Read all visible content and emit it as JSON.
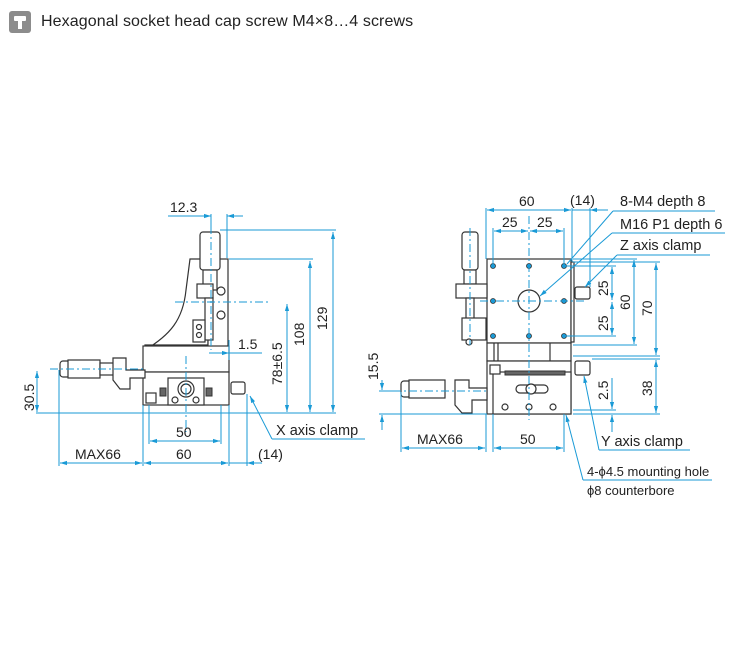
{
  "header": {
    "icon": "hex-socket-screw-icon",
    "title": "Hexagonal socket head cap screw M4×8…4 screws"
  },
  "side_view": {
    "dims": {
      "top_offset": "12.3",
      "gap": "1.5",
      "height_adj": "78±6.5",
      "height_108": "108",
      "height_129": "129",
      "micrometer_height": "30.5",
      "hole_pitch": "50",
      "base_width": "60",
      "travel": "MAX66",
      "clamp_ext": "(14)"
    },
    "labels": {
      "x_clamp": "X axis clamp"
    }
  },
  "front_view": {
    "dims": {
      "top_width": "60",
      "clamp_ext": "(14)",
      "pitch_left": "25",
      "pitch_right": "25",
      "v_pitch_top": "25",
      "v_pitch_bottom": "25",
      "v_60": "60",
      "v_70": "70",
      "v_38": "38",
      "v_2_5": "2.5",
      "micrometer_height": "15.5",
      "travel": "MAX66",
      "hole_pitch": "50"
    },
    "labels": {
      "tapped_holes": "8-M4 depth 8",
      "center_thread": "M16 P1 depth 6",
      "z_clamp": "Z axis clamp",
      "y_clamp": "Y axis clamp",
      "mounting_hole": "4-ϕ4.5 mounting hole",
      "counterbore": "ϕ8 counterbore"
    }
  }
}
